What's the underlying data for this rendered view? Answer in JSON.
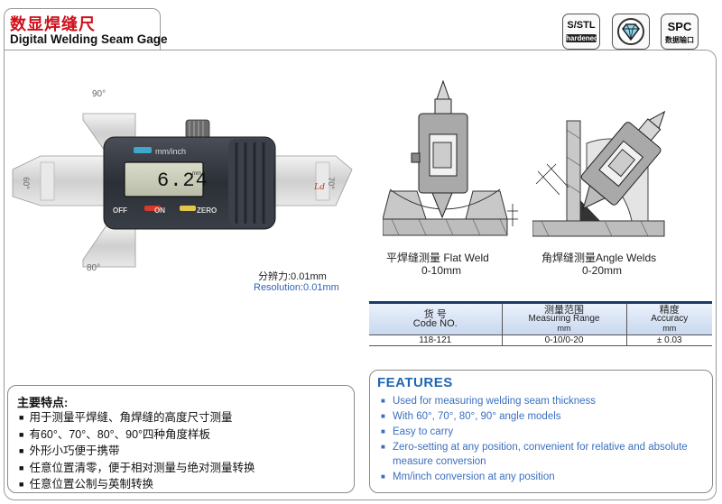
{
  "header": {
    "title_cn": "数显焊缝尺",
    "title_en": "Digital Welding Seam Gage",
    "badges": [
      {
        "line1": "S/STL",
        "line2": "hardened"
      },
      {
        "icon": "diamond-icon"
      },
      {
        "line1": "SPC",
        "line2": "数据输口"
      }
    ]
  },
  "product": {
    "display_unit": "mm/inch",
    "display_value": "6.24",
    "display_sub": "mm",
    "buttons": [
      "OFF",
      "ON",
      "ZERO"
    ],
    "angles": [
      "90°",
      "60°",
      "70°",
      "80°"
    ],
    "resolution_cn": "分辨力:0.01mm",
    "resolution_en": "Resolution:0.01mm"
  },
  "diagrams": {
    "flat_label": "平焊缝测量 Flat Weld",
    "flat_range": "0-10mm",
    "angle_label": "角焊缝测量Angle Welds",
    "angle_range": "0-20mm"
  },
  "spec_table": {
    "headers": [
      {
        "cn": "货 号",
        "en": "Code NO.",
        "unit": ""
      },
      {
        "cn": "测量范围",
        "en": "Measuring Range",
        "unit": "mm"
      },
      {
        "cn": "精度",
        "en": "Accuracy",
        "unit": "mm"
      }
    ],
    "rows": [
      [
        "118-121",
        "0-10/0-20",
        "± 0.03"
      ]
    ]
  },
  "features_cn": {
    "title": "主要特点:",
    "items": [
      "用于测量平焊缝、角焊缝的高度尺寸测量",
      "有60°、70°、80°、90°四种角度样板",
      "外形小巧便于携带",
      "任意位置清零，便于相对测量与绝对测量转换",
      "任意位置公制与英制转换"
    ]
  },
  "features_en": {
    "title": "FEATURES",
    "items": [
      "Used for measuring welding seam thickness",
      "With 60°, 70°, 80°, 90° angle models",
      "Easy to carry",
      "Zero-setting at any position, convenient for relative and absolute measure conversion",
      "Mm/inch conversion at any position"
    ]
  },
  "colors": {
    "title_red": "#d0101b",
    "feature_blue": "#3a6fc0",
    "table_header": "#c9d8ef"
  }
}
